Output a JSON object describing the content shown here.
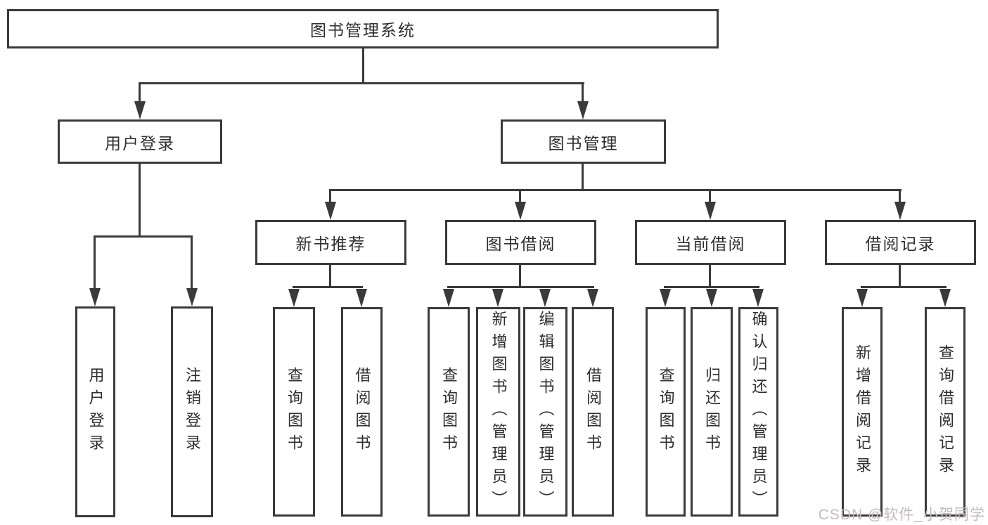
{
  "diagram": {
    "tree": {
      "root": "图书管理系统",
      "branches": [
        {
          "label": "用户登录",
          "children": [
            {
              "label": "用户登录"
            },
            {
              "label": "注销登录"
            }
          ]
        },
        {
          "label": "图书管理",
          "children": [
            {
              "label": "新书推荐",
              "children": [
                {
                  "label": "查询图书"
                },
                {
                  "label": "借阅图书"
                }
              ]
            },
            {
              "label": "图书借阅",
              "children": [
                {
                  "label": "查询图书"
                },
                {
                  "label": "新增图书（管理员）"
                },
                {
                  "label": "编辑图书（管理员）"
                },
                {
                  "label": "借阅图书"
                }
              ]
            },
            {
              "label": "当前借阅",
              "children": [
                {
                  "label": "查询图书"
                },
                {
                  "label": "归还图书"
                },
                {
                  "label": "确认归还（管理员）"
                }
              ]
            },
            {
              "label": "借阅记录",
              "children": [
                {
                  "label": "新增借阅记录"
                },
                {
                  "label": "查询借阅记录"
                }
              ]
            }
          ]
        }
      ]
    },
    "colors": {
      "line": "#3a3a3a",
      "box_background": "#ffffff",
      "text": "#2e2e2e",
      "watermark": "#c4baba"
    },
    "watermark": {
      "text": "CSDN @软件_小贺同学"
    }
  }
}
